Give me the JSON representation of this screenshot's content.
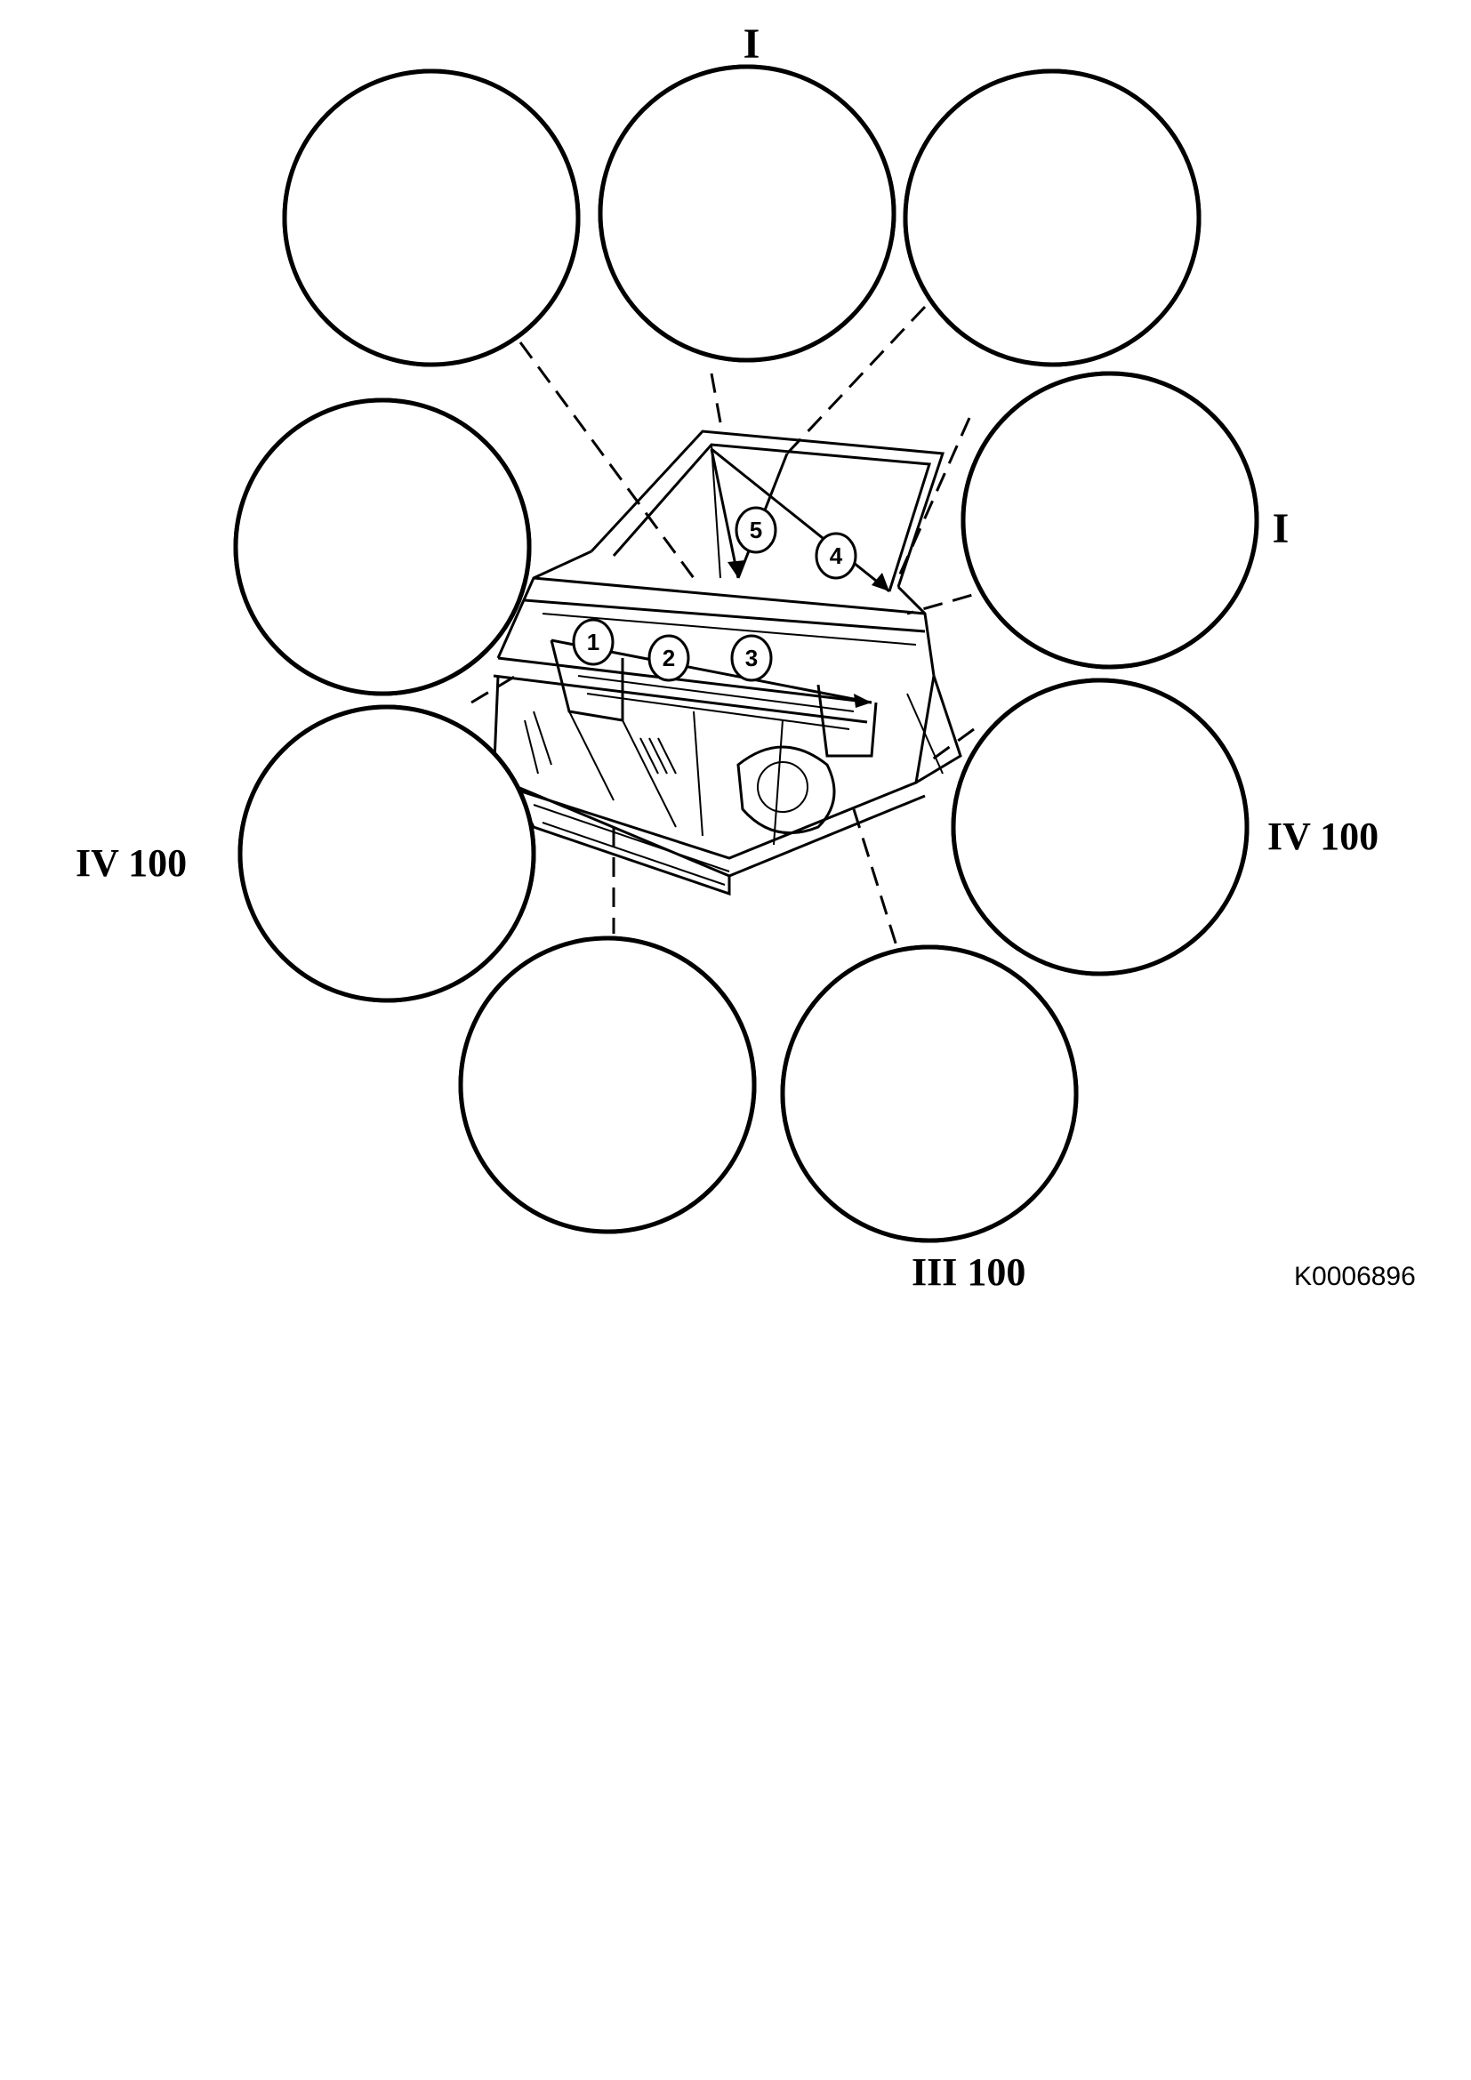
{
  "labels": {
    "top_detail": "I",
    "right_detail": "I",
    "left_detail": "IV 100",
    "right_lower_detail": "IV 100",
    "bottom_detail": "III 100"
  },
  "callouts": [
    "1",
    "2",
    "3",
    "4",
    "5"
  ],
  "figure_code": "K0006896"
}
